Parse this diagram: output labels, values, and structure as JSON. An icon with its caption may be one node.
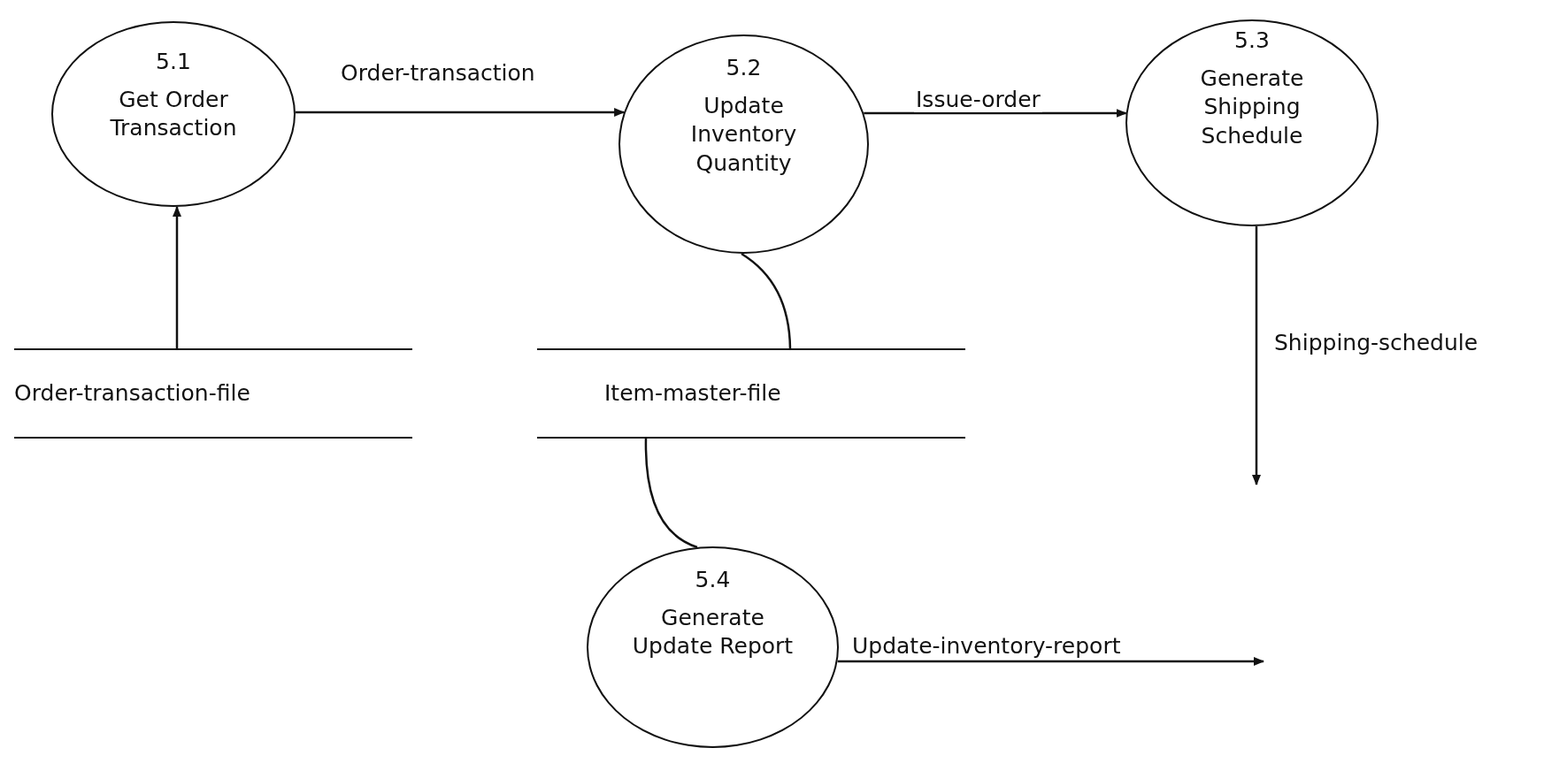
{
  "diagram": {
    "nodes": [
      {
        "text": [
          "5.1",
          "Get Order Transaction"
        ]
      },
      {
        "text": [
          "5.2",
          "Update Inventory Quantity"
        ]
      },
      {
        "text": [
          "5.3",
          "Generate Shipping Schedule"
        ]
      },
      {
        "text": [
          "5.4",
          "Generate Update Report"
        ]
      },
      {
        "text": [
          "Order-transaction-file"
        ]
      },
      {
        "text": [
          "Item-master-file"
        ]
      }
    ],
    "edges": [
      {
        "from": 4,
        "to": 0,
        "arrow": "to"
      },
      {
        "from": 0,
        "to": 1,
        "arrow": "to",
        "label": "Order-transaction"
      },
      {
        "from": 1,
        "to": 2,
        "arrow": "to",
        "label": "Issue-order"
      },
      {
        "from": 1,
        "to": 5,
        "arrow": "none"
      },
      {
        "from": 5,
        "to": 3,
        "arrow": "none"
      },
      {
        "from": 2,
        "to": null,
        "arrow": "to",
        "label": "Shipping-schedule"
      },
      {
        "from": 3,
        "to": null,
        "arrow": "to",
        "label": "Update-inventory-report"
      }
    ]
  }
}
